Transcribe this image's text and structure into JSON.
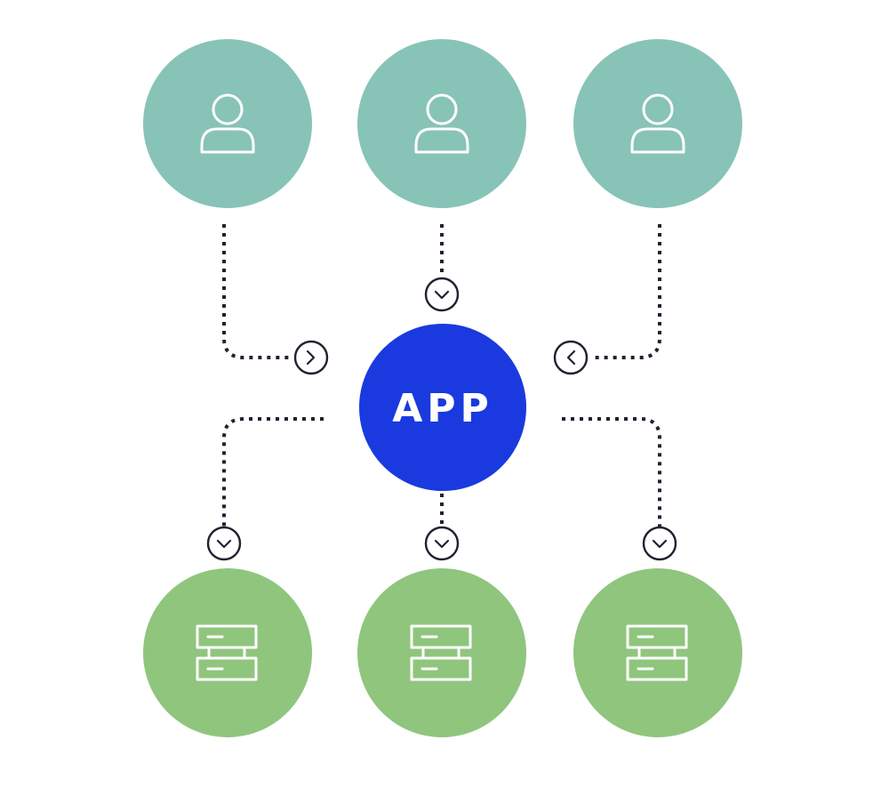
{
  "diagram": {
    "center": {
      "label": "APP",
      "color": "#1a3adf"
    },
    "users": {
      "icon": "user-icon",
      "color": "#88c3b8",
      "count": 3
    },
    "servers": {
      "icon": "server-icon",
      "color": "#90c57e",
      "count": 3
    },
    "connector_color": "#1f2230",
    "badge_icons": [
      "chevron-right-icon",
      "chevron-down-icon",
      "chevron-left-icon"
    ]
  }
}
